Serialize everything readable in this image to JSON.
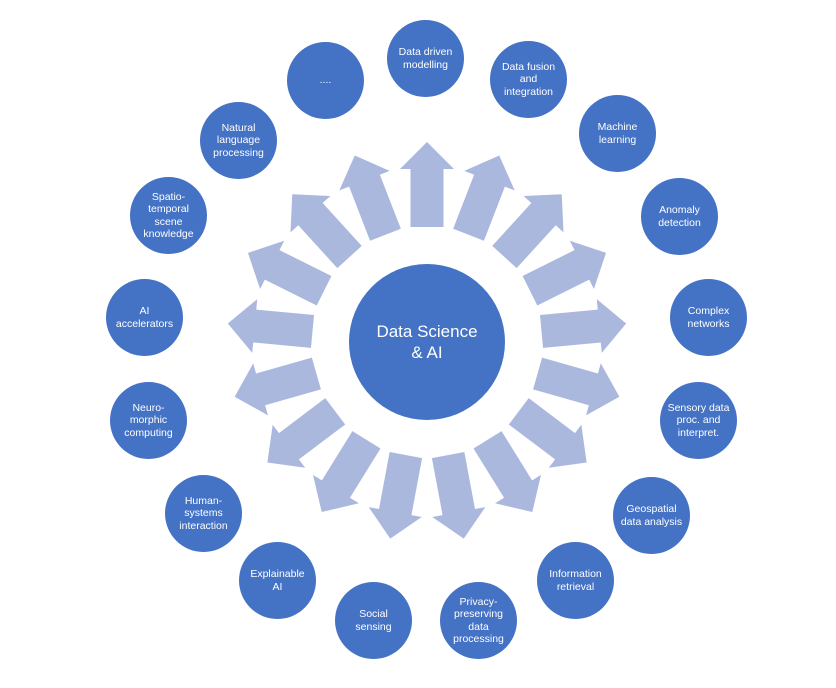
{
  "colors": {
    "node": "#4472c4",
    "arrow": "#abb8dd",
    "text": "#ffffff"
  },
  "center": {
    "label": "Data Science & AI"
  },
  "arrow_count": 17,
  "topics": [
    "Data driven modelling",
    "Data fusion and integration",
    "Machine learning",
    "Anomaly detection",
    "Complex networks",
    "Sensory data proc. and interpret.",
    "Geospatial data analysis",
    "Information retrieval",
    "Privacy-preserving data processing",
    "Social sensing",
    "Explainable AI",
    "Human-systems interaction",
    "Neuro-morphic computing",
    "AI accelerators",
    "Spatio-temporal scene knowledge",
    "Natural language processing",
    "...."
  ]
}
